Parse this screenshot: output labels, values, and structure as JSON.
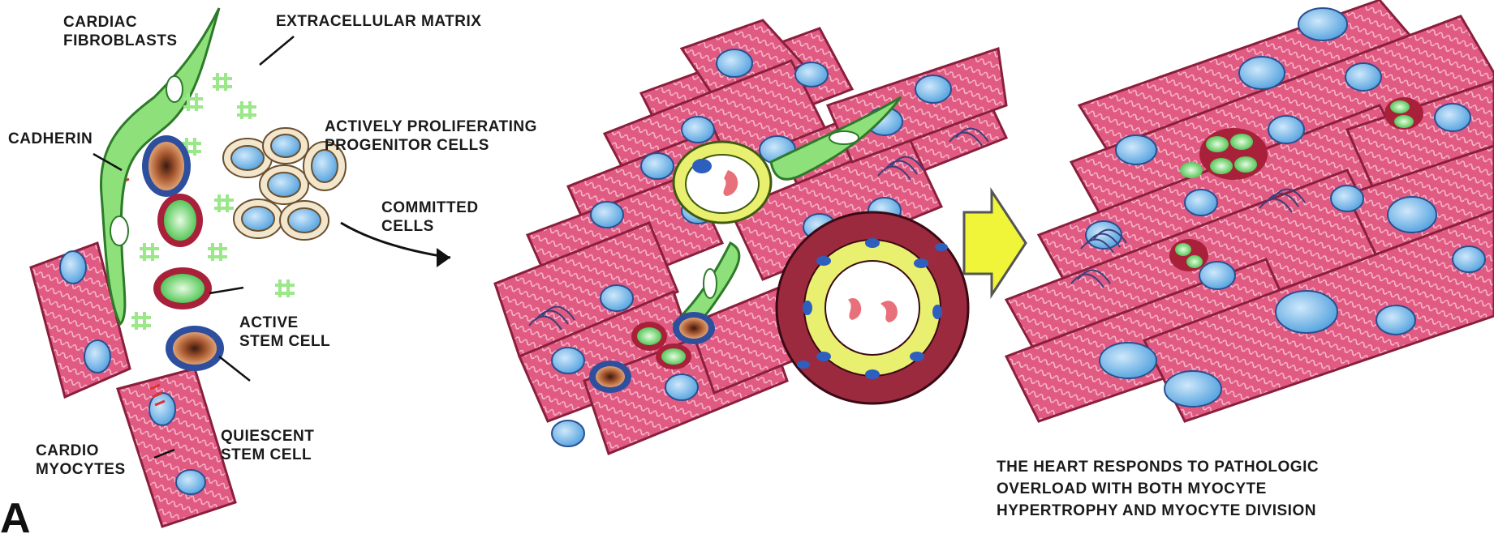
{
  "panel_letter": "A",
  "labels": {
    "cardiac_fibroblasts": [
      "CARDIAC",
      "FIBROBLASTS"
    ],
    "extracellular_matrix": "EXTRACELLULAR MATRIX",
    "cadherin": "CADHERIN",
    "proliferating_progenitor": [
      "ACTIVELY PROLIFERATING",
      "PROGENITOR CELLS"
    ],
    "committed_cells": [
      "COMMITTED",
      "CELLS"
    ],
    "active_stem_cell": [
      "ACTIVE",
      "STEM CELL"
    ],
    "quiescent_stem_cell": [
      "QUIESCENT",
      "STEM CELL"
    ],
    "cardio_myocytes": [
      "CARDIO",
      "MYOCYTES"
    ],
    "caption": [
      "THE HEART RESPONDS TO PATHOLOGIC",
      "OVERLOAD WITH BOTH MYOCYTE",
      "HYPERTROPHY AND MYOCYTE DIVISION"
    ]
  },
  "colors": {
    "myocyte_fill": "#e05a82",
    "myocyte_stroke": "#8a1f3c",
    "nucleus": "#6fb4e8",
    "fibroblast": "#8ee07a",
    "matrix_symbol": "#9be88a",
    "stem_ring_dark": "#a8203a",
    "stem_ring_blue": "#2e4f9e",
    "vessel_outer": "#9c2a3e",
    "vessel_yellow": "#e9f070",
    "arrow_yellow": "#f0f53a"
  }
}
